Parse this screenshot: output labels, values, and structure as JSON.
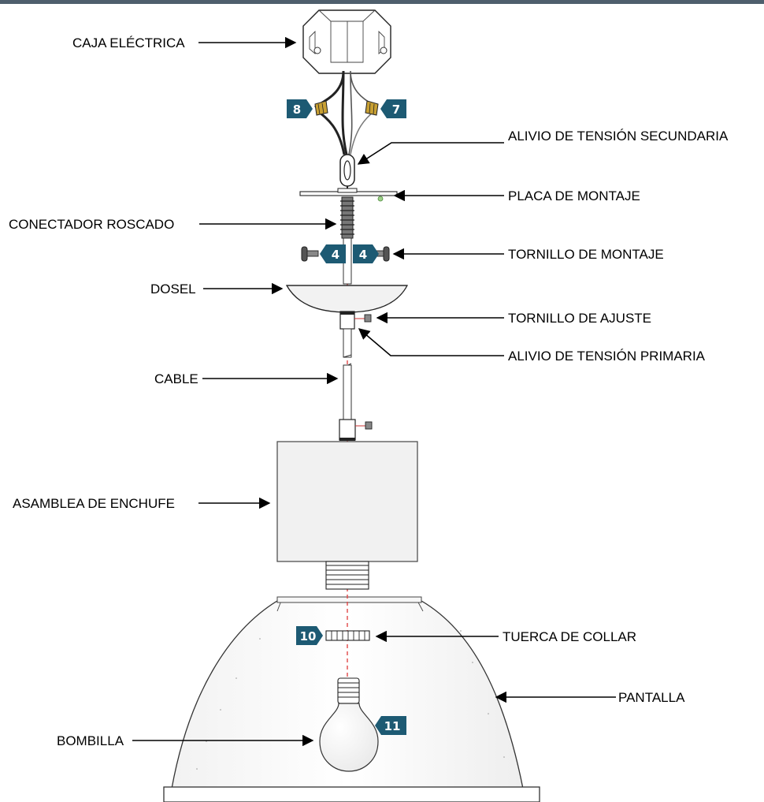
{
  "labels": {
    "caja_electrica": "CAJA ELÉCTRICA",
    "alivio_secundaria": "ALIVIO DE TENSIÓN SECUNDARIA",
    "placa_montaje": "PLACA DE MONTAJE",
    "conectador_roscado": "CONECTADOR ROSCADO",
    "tornillo_montaje": "TORNILLO DE MONTAJE",
    "dosel": "DOSEL",
    "tornillo_ajuste": "TORNILLO DE AJUSTE",
    "alivio_primaria": "ALIVIO DE TENSIÓN PRIMARIA",
    "cable": "CABLE",
    "asamblea_enchufe": "ASAMBLEA DE ENCHUFE",
    "tuerca_collar": "TUERCA DE COLLAR",
    "pantalla": "PANTALLA",
    "bombilla": "BOMBILLA"
  },
  "badges": {
    "wire_connector_left": "8",
    "wire_connector_right": "7",
    "mount_screw_left": "4",
    "mount_screw_right": "4",
    "collar_nut": "10",
    "bulb": "11"
  },
  "colors": {
    "badge": "#1d5a73",
    "guide_line": "#e04848",
    "header_bar": "#4f5f6d"
  }
}
